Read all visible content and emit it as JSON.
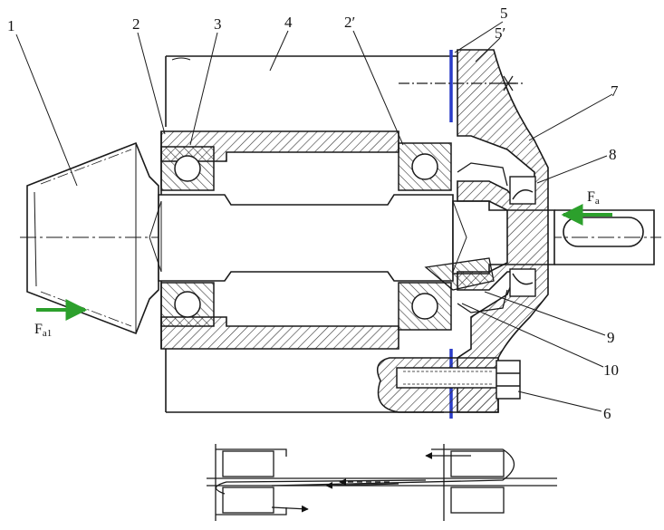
{
  "labels": {
    "p1": "1",
    "p2": "2",
    "p2prime": "2′",
    "p3": "3",
    "p4": "4",
    "p5": "5",
    "p5prime": "5′",
    "p6": "6",
    "p7": "7",
    "p8": "8",
    "p9": "9",
    "p10": "10"
  },
  "forces": {
    "fa1_main": "F",
    "fa1_sub": "a1",
    "fa_main": "F",
    "fa_sub": "a"
  },
  "colors": {
    "line": "#1a1a1a",
    "hatch": "#333333",
    "shim": "#2a3cc8",
    "force_arrow": "#2ca02c"
  }
}
